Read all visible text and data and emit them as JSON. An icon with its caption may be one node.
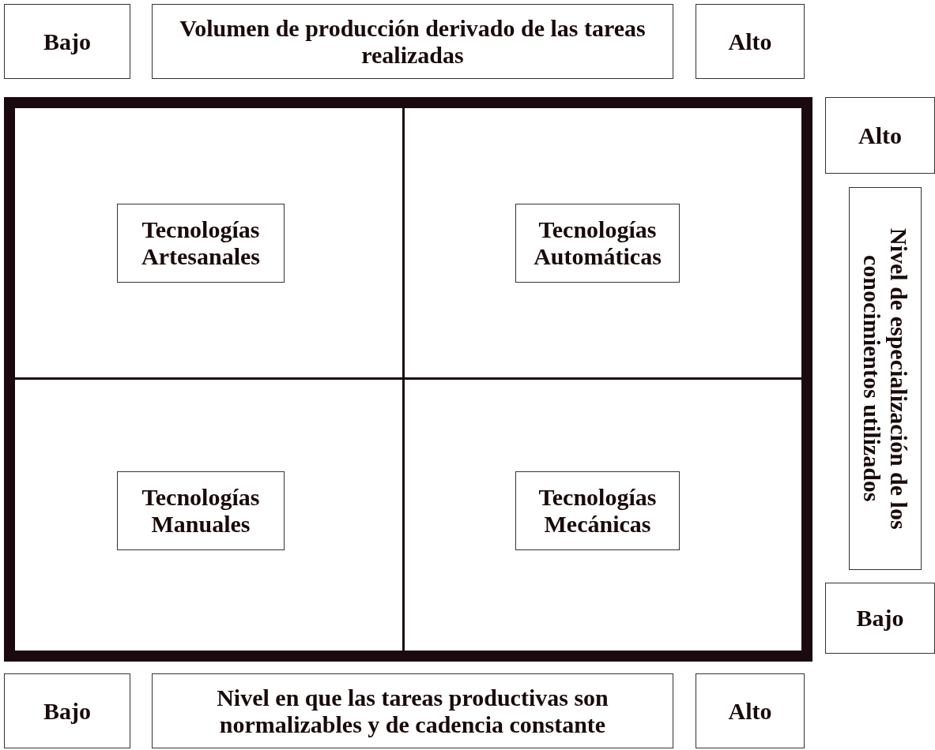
{
  "diagram": {
    "nodes": [
      {
        "text": [
          "Bajo"
        ]
      },
      {
        "text": [
          "Volumen de producción derivado de las tareas realizadas"
        ]
      },
      {
        "text": [
          "Alto"
        ]
      },
      {
        "text": [],
        "shape": "box"
      },
      {
        "text": [],
        "shape": "box",
        "in": 3
      },
      {
        "text": [
          "Tecnologías Artesanales"
        ],
        "in": 4
      },
      {
        "text": [],
        "shape": "box",
        "in": 3
      },
      {
        "text": [
          "Tecnologías Automáticas"
        ],
        "in": 6
      },
      {
        "text": [],
        "shape": "box",
        "in": 3
      },
      {
        "text": [
          "Tecnologías Manuales"
        ],
        "in": 8
      },
      {
        "text": [],
        "shape": "box",
        "in": 3
      },
      {
        "text": [
          "Tecnologías Mecánicas"
        ],
        "in": 10
      },
      {
        "text": [
          "Alto"
        ]
      },
      {
        "text": [
          "Nivel de especialización de los conocimientos utilizados"
        ]
      },
      {
        "text": [
          "Bajo"
        ]
      },
      {
        "text": [
          "Bajo"
        ]
      },
      {
        "text": [
          "Nivel en que las tareas productivas son normalizables y de cadencia constante"
        ]
      },
      {
        "text": [
          "Alto"
        ]
      }
    ],
    "edges": []
  }
}
